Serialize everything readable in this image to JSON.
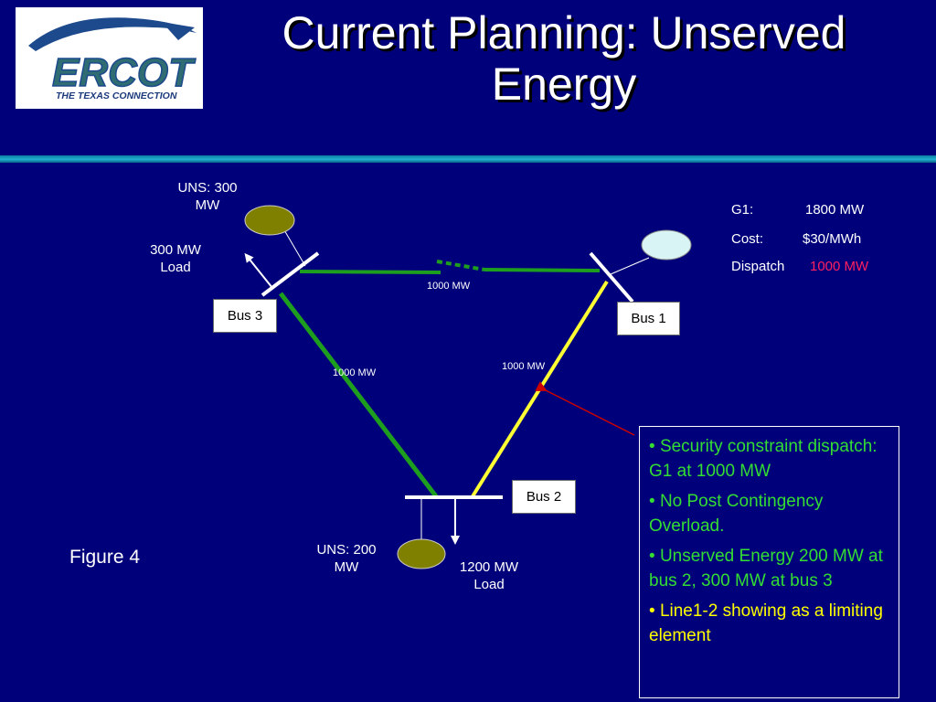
{
  "title": "Current Planning: Unserved Energy",
  "logo": {
    "name": "ERCOT",
    "tagline": "THE TEXAS CONNECTION"
  },
  "uns_bus3": [
    "UNS: 300",
    "MW"
  ],
  "load_bus3": [
    "300 MW",
    "Load"
  ],
  "uns_bus2": [
    "UNS: 200",
    "MW"
  ],
  "load_bus2": [
    "1200 MW",
    "Load"
  ],
  "line_labels": {
    "line_3_1": "1000 MW",
    "line_3_2": "1000 MW",
    "line_1_2": "1000 MW"
  },
  "buses": {
    "bus1": "Bus 1",
    "bus2": "Bus 2",
    "bus3": "Bus 3"
  },
  "generator": {
    "g_label": "G1:",
    "g_value": "1800 MW",
    "cost_label": "Cost:",
    "cost_value": "$30/MWh",
    "dispatch_label": "Dispatch",
    "dispatch_value": "1000 MW"
  },
  "figure_label": "Figure 4",
  "bullets": [
    "Security  constraint dispatch: G1 at 1000 MW",
    "No Post Contingency Overload.",
    "Unserved Energy 200 MW at bus 2, 300 MW at bus 3",
    "Line1-2 showing as a limiting element"
  ],
  "colors": {
    "background": "#00007a",
    "line_normal": "#1e9e1e",
    "line_limiting": "#ffff33",
    "generator_uns": "#808000",
    "generator_g1": "#d8f4f4",
    "dispatch_highlight": "#ff2060",
    "arrow": "#cc0000"
  }
}
